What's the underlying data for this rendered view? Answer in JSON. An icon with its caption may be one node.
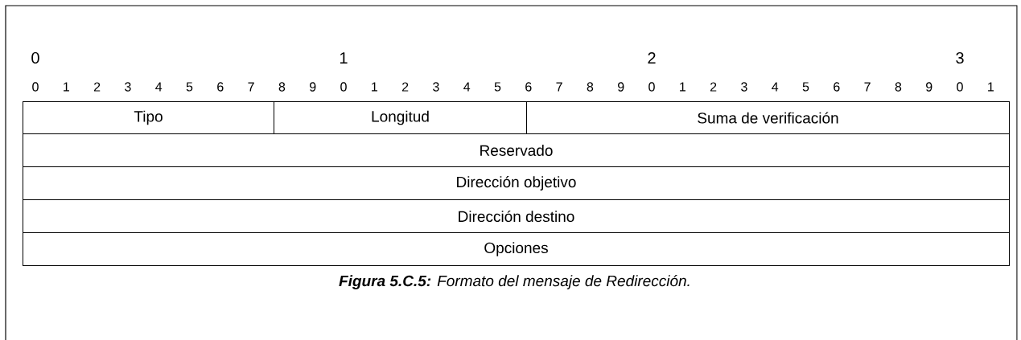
{
  "diagram": {
    "caption": "**Figura 5.C.5:** Formato del mensaje de Redirección.",
    "nodes": [
      {
        "text": [
          "Tipo"
        ]
      },
      {
        "text": [
          "Longitud"
        ]
      },
      {
        "text": [
          "Suma de verificación"
        ]
      },
      {
        "text": [
          "Reservado"
        ]
      },
      {
        "text": [
          "Dirección objetivo"
        ]
      },
      {
        "text": [
          "Dirección destino"
        ]
      },
      {
        "text": [
          "Opciones"
        ]
      }
    ],
    "labels": [
      "0",
      "1",
      "2",
      "3",
      "0",
      "1",
      "2",
      "3",
      "4",
      "5",
      "6",
      "7",
      "8",
      "9",
      "0",
      "1",
      "2",
      "3",
      "4",
      "5",
      "6",
      "7",
      "8",
      "9",
      "0",
      "1",
      "2",
      "3",
      "4",
      "5",
      "6",
      "7",
      "8",
      "9",
      "0",
      "1"
    ]
  }
}
